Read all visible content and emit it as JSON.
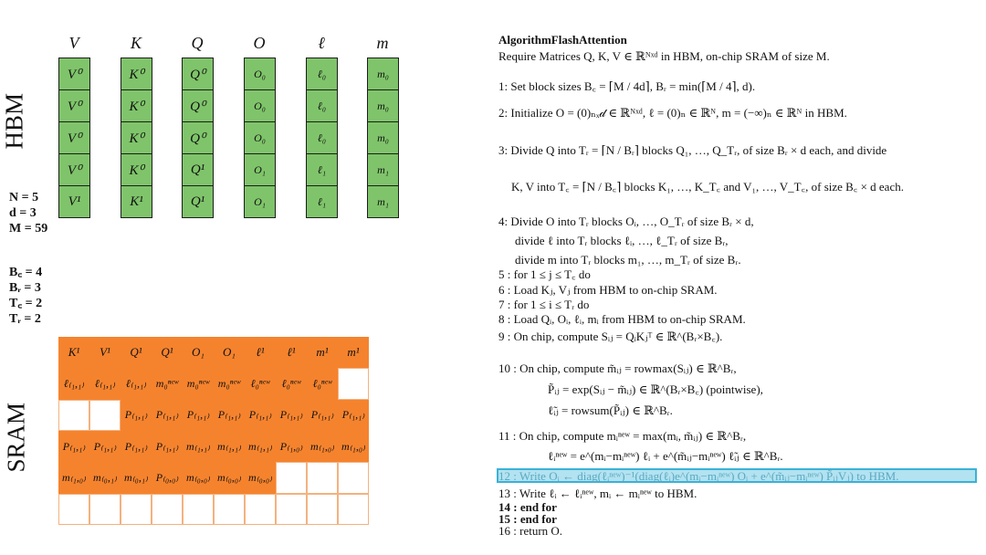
{
  "hbm": {
    "label": "HBM",
    "columns": [
      {
        "header": "V",
        "cells": [
          "V⁰",
          "V⁰",
          "V⁰",
          "V⁰",
          "V¹"
        ]
      },
      {
        "header": "K",
        "cells": [
          "K⁰",
          "K⁰",
          "K⁰",
          "K⁰",
          "K¹"
        ]
      },
      {
        "header": "Q",
        "cells": [
          "Q⁰",
          "Q⁰",
          "Q⁰",
          "Q¹",
          "Q¹"
        ]
      },
      {
        "header": "O",
        "cells": [
          "O₀",
          "O₀",
          "O₀",
          "O₁",
          "O₁"
        ]
      },
      {
        "header": "ℓ",
        "cells": [
          "ℓ₀",
          "ℓ₀",
          "ℓ₀",
          "ℓ₁",
          "ℓ₁"
        ]
      },
      {
        "header": "m",
        "cells": [
          "m₀",
          "m₀",
          "m₀",
          "m₁",
          "m₁"
        ]
      }
    ]
  },
  "params": [
    "N = 5",
    "d = 3",
    "M = 59"
  ],
  "block_params": [
    "B꜀ = 4",
    "Bᵣ = 3",
    "T꜀ = 2",
    "Tᵣ = 2"
  ],
  "sram": {
    "label": "SRAM",
    "rows": [
      [
        "K¹",
        "V¹",
        "Q¹",
        "Q¹",
        "O₁",
        "O₁",
        "ℓ¹",
        "ℓ¹",
        "m¹",
        "m¹"
      ],
      [
        "ℓ₍₁,₁₎",
        "ℓ₍₁,₁₎",
        "ℓ₍₁,₁₎",
        "m₀ⁿᵉʷ",
        "m₀ⁿᵉʷ",
        "m₀ⁿᵉʷ",
        "ℓ₀ⁿᵉʷ",
        "ℓ₀ⁿᵉʷ",
        "ℓ₀ⁿᵉʷ",
        ""
      ],
      [
        "",
        "",
        "P₍₁,₁₎",
        "P₍₁,₁₎",
        "P₍₁,₁₎",
        "P₍₁,₁₎",
        "P₍₁,₁₎",
        "P₍₁,₁₎",
        "P₍₁,₁₎",
        "P₍₁,₁₎"
      ],
      [
        "P₍₁,₁₎",
        "P₍₁,₁₎",
        "P₍₁,₁₎",
        "P₍₁,₁₎",
        "m₍₁,₁₎",
        "m₍₁,₁₎",
        "m₍₁,₁₎",
        "P₍₁,₀₎",
        "m₍₁,₀₎",
        "m₍₁,₀₎"
      ],
      [
        "m₍₁,₀₎",
        "m₍₀,₁₎",
        "m₍₀,₁₎",
        "P₍₀,₀₎",
        "m₍₀,₀₎",
        "m₍₀,₀₎",
        "m₍₀,₀₎",
        "",
        "",
        ""
      ],
      [
        "",
        "",
        "",
        "",
        "",
        "",
        "",
        "",
        "",
        ""
      ]
    ]
  },
  "algorithm": {
    "title": "AlgorithmFlashAttention",
    "lines": [
      "Require Matrices Q, K, V ∈ ℝᴺˣᵈ in HBM, on-chip SRAM of size M.",
      "1: Set block sizes B꜀ = ⌈M / 4d⌉, Bᵣ = min(⌈M / 4⌉, d).",
      "2: Initialize O = (0)ₙₓ𝒹 ∈ ℝᴺˣᵈ, ℓ = (0)ₙ ∈ ℝᴺ, m = (−∞)ₙ ∈ ℝᴺ in HBM.",
      "3: Divide Q into Tᵣ = ⌈N / Bᵣ⌉ blocks Q₁, …, Q_Tᵣ, of size Bᵣ × d each, and divide",
      "K, V into T꜀ = ⌈N / B꜀⌉ blocks K₁, …, K_T꜀ and V₁, …, V_T꜀, of size B꜀ × d each.",
      "4: Divide O into Tᵣ blocks Oᵢ, …, O_Tᵣ of size Bᵣ × d,",
      "divide ℓ into Tᵣ blocks ℓᵢ, …, ℓ_Tᵣ of size Bᵣ,",
      "divide m into Tᵣ blocks m₁, …, m_Tᵣ of size Bᵣ.",
      "5 : for 1 ≤ j ≤ T꜀ do",
      "6 :    Load Kⱼ, Vⱼ from HBM to on-chip SRAM.",
      "7 :    for 1 ≤ i ≤ Tᵣ do",
      "8 :        Load Qᵢ, Oᵢ, ℓᵢ, mᵢ from HBM to on-chip SRAM.",
      "9 :        On chip, compute Sᵢⱼ = QᵢKⱼᵀ ∈ ℝ^(Bᵣ×B꜀).",
      "10 :        On chip, compute m̃ᵢⱼ = rowmax(Sᵢⱼ) ∈ ℝ^Bᵣ,",
      "P̃ᵢⱼ = exp(Sᵢⱼ − m̃ᵢⱼ) ∈ ℝ^(Bᵣ×B꜀) (pointwise),",
      "ℓ̃ᵢⱼ = rowsum(P̃ᵢⱼ) ∈ ℝ^Bᵣ.",
      "11 :        On chip, compute mᵢⁿᵉʷ = max(mᵢ, m̃ᵢⱼ) ∈ ℝ^Bᵣ,",
      "ℓᵢⁿᵉʷ = e^(mᵢ−mᵢⁿᵉʷ) ℓᵢ + e^(m̃ᵢⱼ−mᵢⁿᵉʷ) ℓ̃ᵢⱼ ∈ ℝ^Bᵣ.",
      "12 :        Write Oᵢ ← diag(ℓᵢⁿᵉʷ)⁻¹(diag(ℓᵢ)e^(mᵢ−mᵢⁿᵉʷ) Oᵢ + e^(m̃ᵢⱼ−mᵢⁿᵉʷ) P̃ᵢⱼVⱼ) to HBM.",
      "13 :        Write ℓᵢ ← ℓᵢⁿᵉʷ, mᵢ ← mᵢⁿᵉʷ to HBM.",
      "14 :    end for",
      "15 : end for",
      "16 : return O."
    ]
  },
  "colors": {
    "hbm_fill": "#7fc46a",
    "sram_fill": "#f5832e",
    "highlight": "#b3e2f0",
    "highlight_border": "#3ab2d6"
  }
}
